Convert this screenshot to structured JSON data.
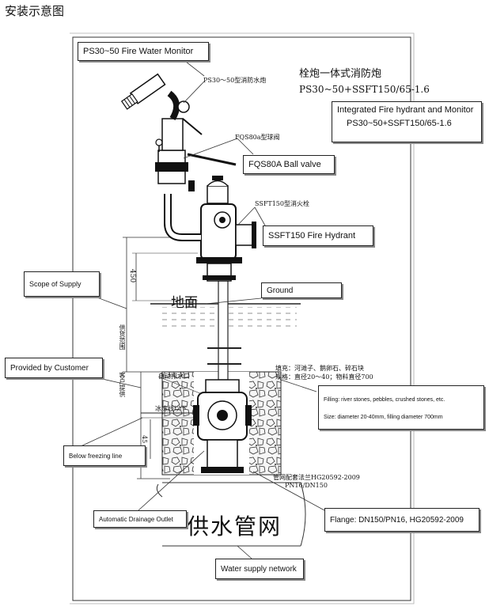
{
  "page_title": "安装示意图",
  "callouts": {
    "monitor_en": "PS30~50 Fire Water Monitor",
    "integrated_line1": "Integrated Fire hydrant and Monitor",
    "integrated_line2": "PS30~50+SSFT150/65-1.6",
    "ball_valve_en": "FQS80A Ball valve",
    "hydrant_en": "SSFT150 Fire Hydrant",
    "scope_supply": "Scope of Supply",
    "ground_en": "Ground",
    "provided_customer": "Provided by Customer",
    "filling_line1": "Filling: river stones, pebbles, crushed stones, etc.",
    "filling_line2": "Size: diameter 20-40mm, filling diameter 700mm",
    "freezing_line": "Below freezing line",
    "drain_outlet": "Automatic Drainage Outlet",
    "flange_en": "Flange: DN150/PN16, HG20592-2009",
    "water_network": "Water supply network"
  },
  "drawing_labels": {
    "monitor_cn": "PS30～50型消防水炮",
    "integrated_cn_title": "栓炮一体式消防炮",
    "integrated_cn_model": "PS30~50+SSFT150/65-1.6",
    "ball_valve_cn": "FQS80a型球阀",
    "hydrant_cn": "SSFT150型消火栓",
    "dim_450": "450",
    "ground_cn": "地面",
    "scope_cn": "供货范围",
    "customer_cn": "客户提供",
    "auto_drain_cn": "自动排水口",
    "freezing_cn": "冰冻线以下",
    "dim_45": "45",
    "filling_cn_line1": "填充：河滩子、鹅卵石、碎石块",
    "filling_cn_line2": "规格：直径20～40；物料直径700",
    "flange_cn_line1": "管网配套法兰HG20592-2009",
    "flange_cn_line2": "PN16/DN150",
    "water_network_cn": "供水管网"
  }
}
